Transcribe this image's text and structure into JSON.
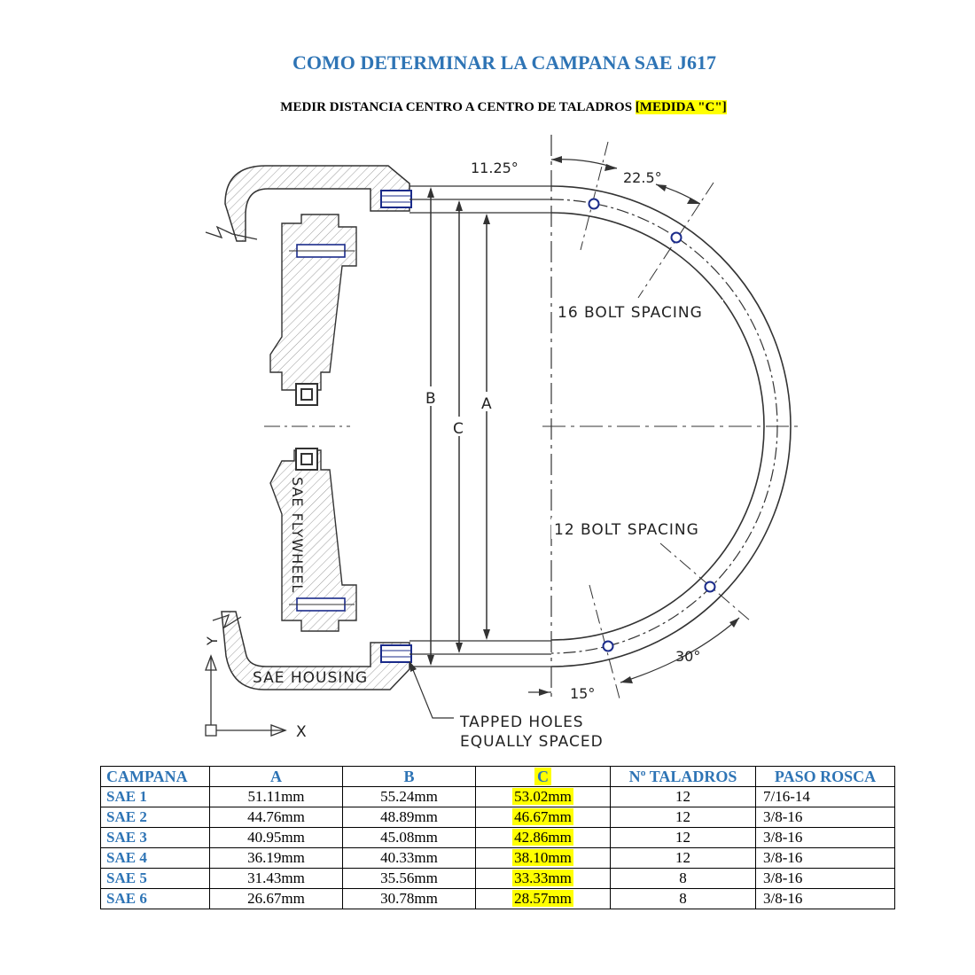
{
  "header": {
    "title": "COMO DETERMINAR LA CAMPANA SAE J617",
    "subtitle_prefix": "MEDIR DISTANCIA CENTRO A CENTRO DE TALADROS ",
    "subtitle_highlight": "[MEDIDA \"C\"]"
  },
  "drawing": {
    "angle_11": "11.25°",
    "angle_22": "22.5°",
    "bolt16": "16 BOLT SPACING",
    "bolt12": "12 BOLT SPACING",
    "angle_30": "30°",
    "angle_15": "15°",
    "dim_b": "B",
    "dim_c": "C",
    "dim_a": "A",
    "flywheel": "SAE FLYWHEEL",
    "housing": "SAE HOUSING",
    "tapped1": "TAPPED HOLES",
    "tapped2": "EQUALLY SPACED",
    "axis_x": "X",
    "axis_y": "Y"
  },
  "table": {
    "headers": [
      "CAMPANA",
      "A",
      "B",
      "C",
      "Nº TALADROS",
      "PASO ROSCA"
    ],
    "rows": [
      [
        "SAE 1",
        "51.11mm",
        "55.24mm",
        "53.02mm",
        "12",
        "7/16-14"
      ],
      [
        "SAE 2",
        "44.76mm",
        "48.89mm",
        "46.67mm",
        "12",
        "3/8-16"
      ],
      [
        "SAE 3",
        "40.95mm",
        "45.08mm",
        "42.86mm",
        "12",
        "3/8-16"
      ],
      [
        "SAE 4",
        "36.19mm",
        "40.33mm",
        "38.10mm",
        "12",
        "3/8-16"
      ],
      [
        "SAE 5",
        "31.43mm",
        "35.56mm",
        "33.33mm",
        "8",
        "3/8-16"
      ],
      [
        "SAE 6",
        "26.67mm",
        "30.78mm",
        "28.57mm",
        "8",
        "3/8-16"
      ]
    ]
  }
}
